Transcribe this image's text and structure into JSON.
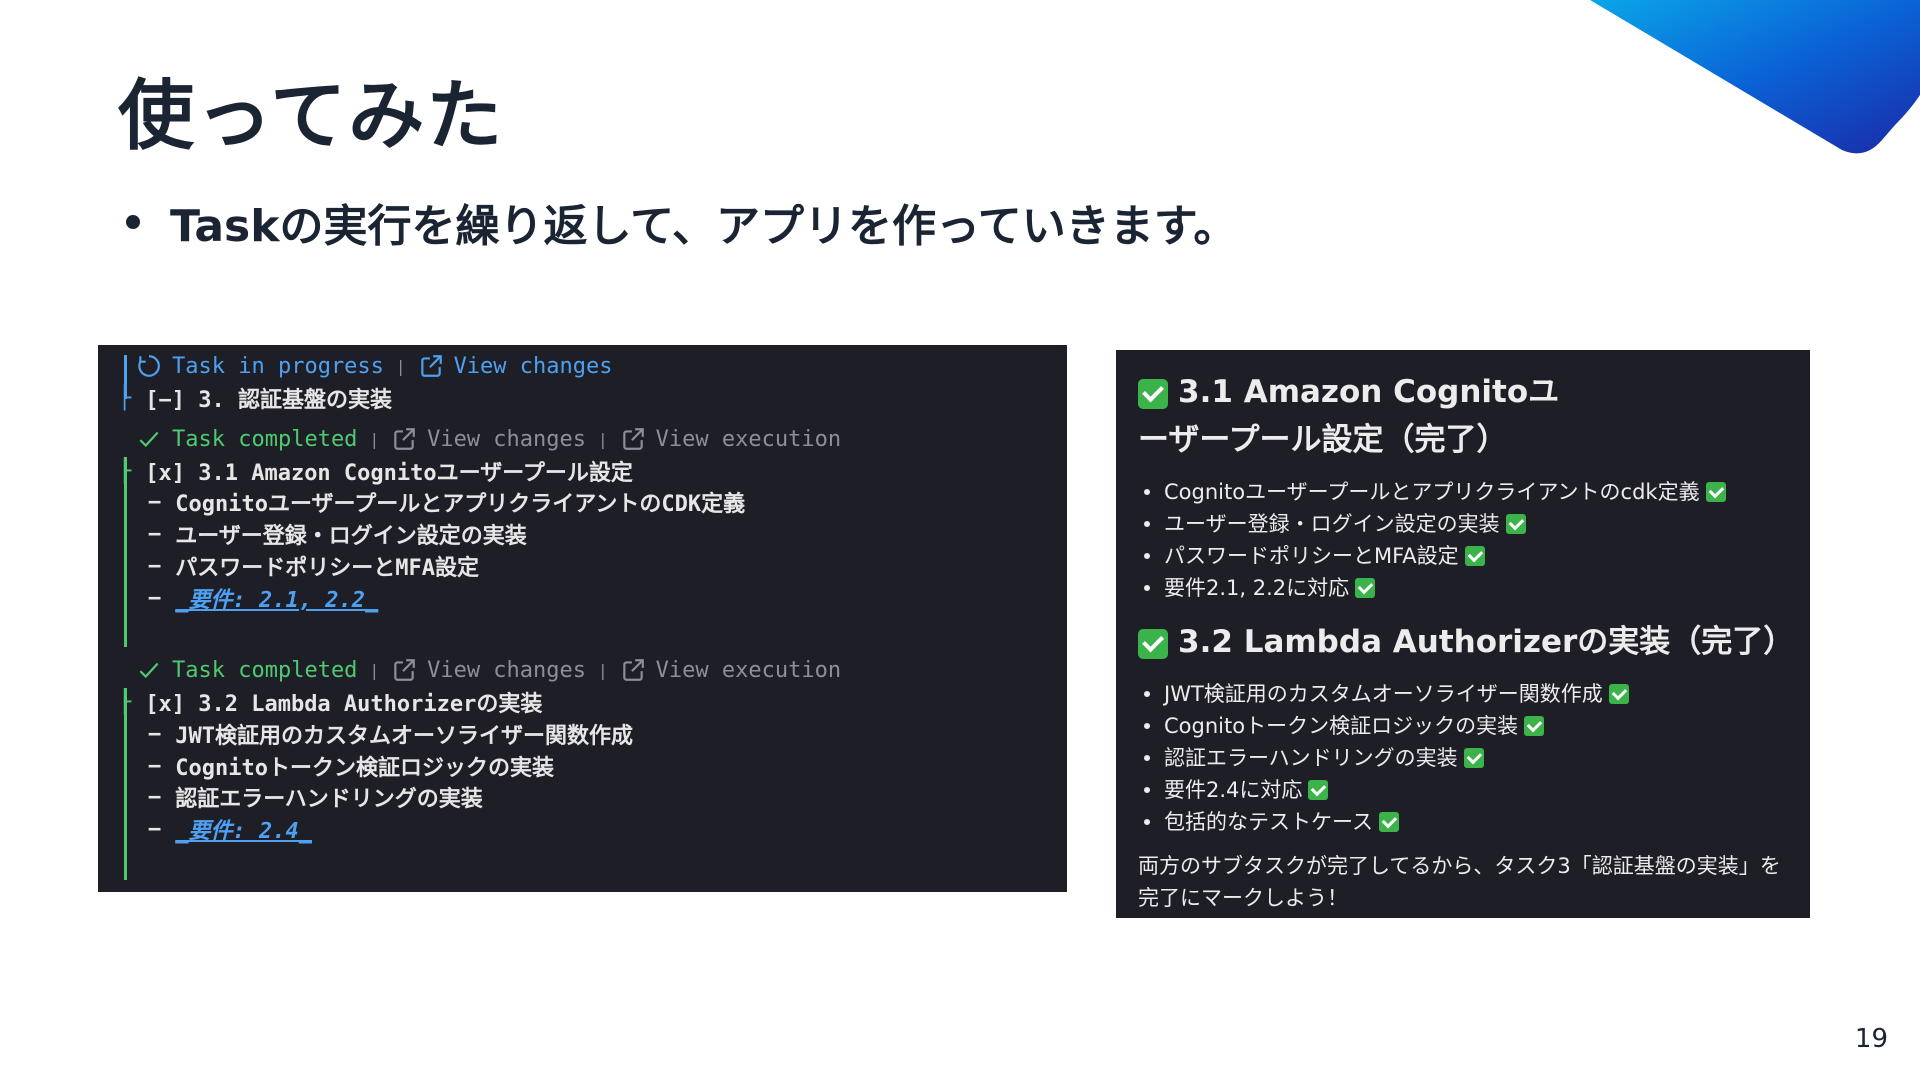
{
  "slide": {
    "title": "使ってみた",
    "bullet": "Taskの実行を繰り返して、アプリを作っていきます。",
    "page_number": "19"
  },
  "terminal": {
    "in_progress": "Task in progress",
    "view_changes": "View changes",
    "view_execution": "View execution",
    "separator": "|",
    "parent_task": "[−] 3. 認証基盤の実装",
    "task_completed": "Task completed",
    "task_a": {
      "header": "[x] 3.1 Amazon Cognitoユーザープール設定",
      "items": [
        "CognitoユーザープールとアプリクライアントのCDK定義",
        "ユーザー登録・ログイン設定の実装",
        "パスワードポリシーとMFA設定"
      ],
      "requirement": "_要件: 2.1, 2.2_"
    },
    "task_b": {
      "header": "[x] 3.2 Lambda Authorizerの実装",
      "items": [
        "JWT検証用のカスタムオーソライザー関数作成",
        "Cognitoトークン検証ロジックの実装",
        "認証エラーハンドリングの実装"
      ],
      "requirement": "_要件: 2.4_"
    },
    "dash": "−",
    "tree": "├"
  },
  "summary": {
    "section1": {
      "title_line1": "3.1 Amazon Cognitoユ",
      "title_line2": "ーザープール設定（完了）",
      "items": [
        "Cognitoユーザープールとアプリクライアントのcdk定義",
        "ユーザー登録・ログイン設定の実装",
        "パスワードポリシーとMFA設定",
        "要件2.1, 2.2に対応"
      ]
    },
    "section2": {
      "title": "3.2 Lambda Authorizerの実装（完了）",
      "items": [
        "JWT検証用のカスタムオーソライザー関数作成",
        "Cognitoトークン検証ロジックの実装",
        "認証エラーハンドリングの実装",
        "要件2.4に対応",
        "包括的なテストケース"
      ]
    },
    "footer": "両方のサブタスクが完了してるから、タスク3「認証基盤の実装」を完了にマークしよう！"
  },
  "colors": {
    "panel_bg": "#1e1e26",
    "accent_blue": "#4ea1f0",
    "accent_green": "#4ecb71",
    "check_green": "#3bb34a",
    "title_navy": "#1a2433"
  },
  "icons": {
    "progress": "spinner-icon",
    "changes": "external-link-icon",
    "done": "check-icon",
    "checkbox": "checked-box-icon"
  }
}
